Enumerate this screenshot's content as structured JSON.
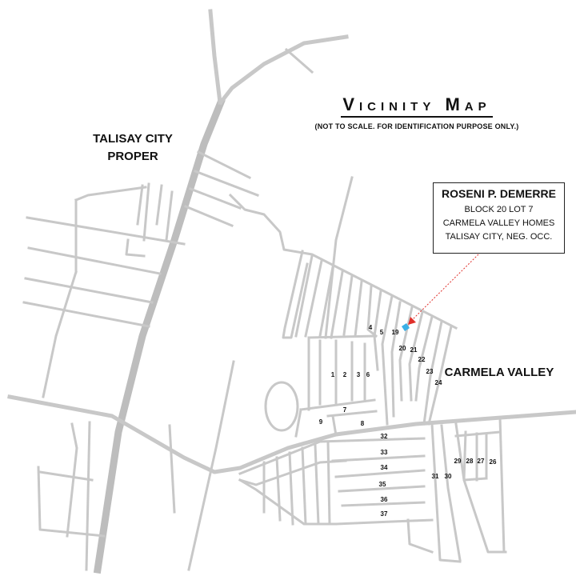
{
  "map": {
    "title": "Vicinity Map",
    "subtitle": "(NOT TO SCALE. FOR IDENTIFICATION PURPOSE ONLY.)",
    "areas": {
      "talisay_line1": "TALISAY CITY",
      "talisay_line2": "PROPER",
      "carmela": "CARMELA VALLEY"
    },
    "owner": {
      "name": "ROSENI P. DEMERRE",
      "line1": "BLOCK 20 LOT 7",
      "line2": "CARMELA VALLEY HOMES",
      "line3": "TALISAY CITY, NEG. OCC."
    },
    "marker_color": "#3ab0e6",
    "leader_color": "#e0302b",
    "road_color": "#c8c8c8",
    "lots": [
      {
        "id": "l4",
        "label": "4"
      },
      {
        "id": "l5",
        "label": "5"
      },
      {
        "id": "l19",
        "label": "19"
      },
      {
        "id": "l20",
        "label": "20"
      },
      {
        "id": "l21",
        "label": "21"
      },
      {
        "id": "l22",
        "label": "22"
      },
      {
        "id": "l23",
        "label": "23"
      },
      {
        "id": "l24",
        "label": "24"
      },
      {
        "id": "l1",
        "label": "1"
      },
      {
        "id": "l2",
        "label": "2"
      },
      {
        "id": "l3",
        "label": "3"
      },
      {
        "id": "l6",
        "label": "6"
      },
      {
        "id": "l7",
        "label": "7"
      },
      {
        "id": "l8",
        "label": "8"
      },
      {
        "id": "l9",
        "label": "9"
      },
      {
        "id": "l32",
        "label": "32"
      },
      {
        "id": "l33",
        "label": "33"
      },
      {
        "id": "l34",
        "label": "34"
      },
      {
        "id": "l35",
        "label": "35"
      },
      {
        "id": "l36",
        "label": "36"
      },
      {
        "id": "l37",
        "label": "37"
      },
      {
        "id": "l31",
        "label": "31"
      },
      {
        "id": "l30",
        "label": "30"
      },
      {
        "id": "l29",
        "label": "29"
      },
      {
        "id": "l28",
        "label": "28"
      },
      {
        "id": "l27",
        "label": "27"
      },
      {
        "id": "l26",
        "label": "26"
      }
    ]
  }
}
